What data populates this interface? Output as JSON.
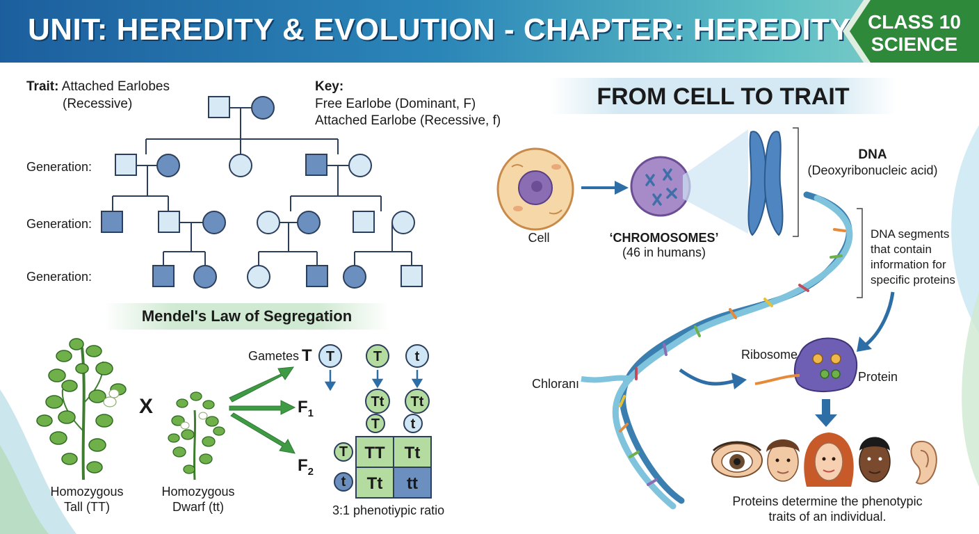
{
  "header": {
    "title": "UNIT: HEREDITY & EVOLUTION - CHAPTER: HEREDITY",
    "badge_line1": "CLASS 10",
    "badge_line2": "SCIENCE"
  },
  "colors": {
    "affected": "#6b8fbe",
    "unaffected": "#d7e9f5",
    "outline": "#2b3f5c",
    "dominant_allele": "#b5dca0",
    "recessive_allele": "#cfe6f4",
    "arrow_green": "#3f9a44",
    "arrow_blue": "#2e6ea6"
  },
  "pedigree": {
    "trait_label": "Trait:",
    "trait_value": "Attached Earlobes",
    "trait_note": "(Recessive)",
    "key_title": "Key:",
    "key_dominant": "Free Earlobe (Dominant, F)",
    "key_recessive": "Attached Earlobe (Recessive, f)",
    "generation_labels": [
      "Generation:",
      "Generation:",
      "Generation:"
    ]
  },
  "mendel": {
    "title": "Mendel's Law of Segregation",
    "cross_symbol": "X",
    "parent1_line1": "Homozygous",
    "parent1_line2": "Tall (TT)",
    "parent2_line1": "Homozygous",
    "parent2_line2": "Dwarf (tt)",
    "gametes_label": "Gametes",
    "gametes_letter": "T",
    "gamete_alleles": [
      "T",
      "T",
      "t"
    ],
    "f1_label": "F",
    "f1_sub": "1",
    "f2_label": "F",
    "f2_sub": "2",
    "f1_genotypes": [
      "Tt",
      "Tt"
    ],
    "punnett_top": [
      "T",
      "t"
    ],
    "punnett_side": [
      "T",
      "t"
    ],
    "punnett_cells": [
      "TT",
      "Tt",
      "Tt",
      "tt"
    ],
    "ratio": "3:1 phenotiypic ratio"
  },
  "cell_to_trait": {
    "title": "FROM CELL TO TRAIT",
    "cell_label": "Cell",
    "chromosomes_label": "‘CHROMOSOMES’",
    "chromosomes_note": "(46 in humans)",
    "dna_title": "DNA",
    "dna_full": "(Deoxyribonucleic acid)",
    "genes_line1": "DNA segments",
    "genes_line2": "that contain",
    "genes_line3": "information for",
    "genes_line4": "specific proteins",
    "ribosome_label": "Ribosome",
    "protein_label": "Protein",
    "left_label": "Chloranı",
    "footer_line1": "Proteins determine the phenotypic",
    "footer_line2": "traits of an individual."
  }
}
